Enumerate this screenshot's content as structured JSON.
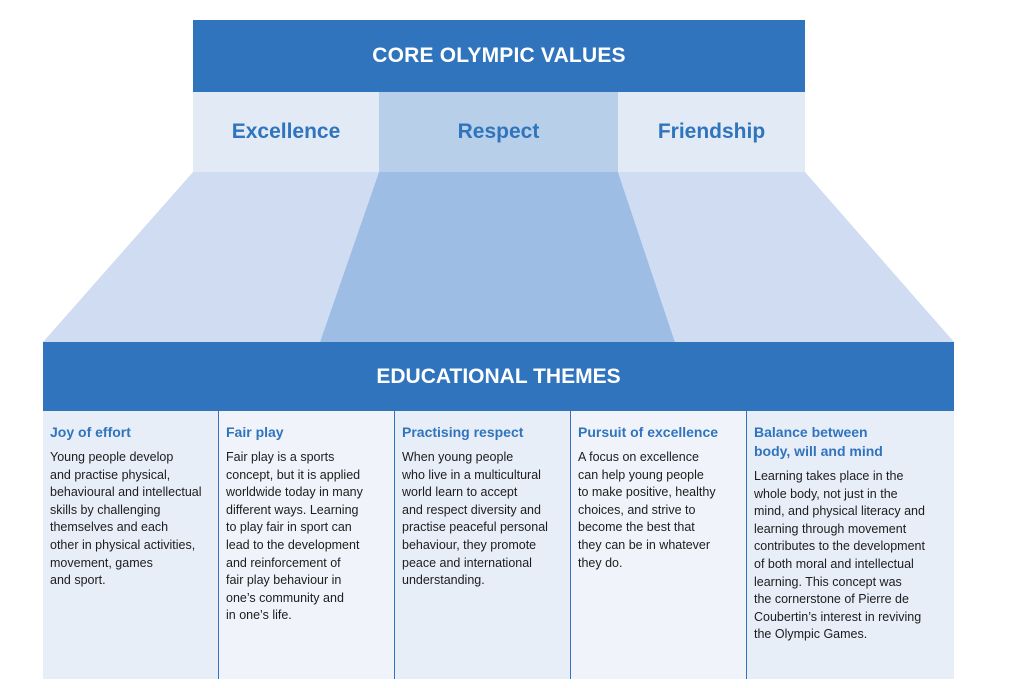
{
  "header": {
    "title": "CORE OLYMPIC VALUES"
  },
  "values": [
    "Excellence",
    "Respect",
    "Friendship"
  ],
  "themes_header": {
    "title": "EDUCATIONAL THEMES"
  },
  "themes": [
    {
      "title_lines": [
        "Joy of effort"
      ],
      "body_lines": [
        "Young people develop",
        "and practise physical,",
        "behavioural and intellectual",
        "skills by challenging",
        "themselves and each",
        "other in physical activities,",
        "movement, games",
        "and sport."
      ]
    },
    {
      "title_lines": [
        "Fair play"
      ],
      "body_lines": [
        "Fair play is a sports",
        "concept, but it is applied",
        "worldwide today in many",
        "different ways. Learning",
        "to play fair in sport can",
        "lead to the development",
        "and reinforcement of",
        "fair play behaviour in",
        "one’s community and",
        "in one’s life."
      ]
    },
    {
      "title_lines": [
        "Practising respect"
      ],
      "body_lines": [
        "When young people",
        "who live in a multicultural",
        "world learn to accept",
        "and respect diversity and",
        "practise peaceful personal",
        "behaviour, they promote",
        "peace and international",
        "understanding."
      ]
    },
    {
      "title_lines": [
        "Pursuit of excellence"
      ],
      "body_lines": [
        "A focus on excellence",
        "can help young people",
        "to make positive, healthy",
        "choices, and strive to",
        "become the best that",
        "they can be in whatever",
        "they do."
      ]
    },
    {
      "title_lines": [
        "Balance between",
        "body, will and mind"
      ],
      "body_lines": [
        "Learning takes place in the",
        "whole body, not just in the",
        "mind, and physical literacy and",
        "learning through movement",
        "contributes to the development",
        "of both moral and intellectual",
        "learning. This concept was",
        "the cornerstone of Pierre de",
        "Coubertin’s interest in reviving",
        "the Olympic Games."
      ]
    }
  ],
  "colors": {
    "primary_blue": "#2f74bd",
    "light_panel": "#e2eaf6",
    "mid_panel": "#b8cfea"
  }
}
